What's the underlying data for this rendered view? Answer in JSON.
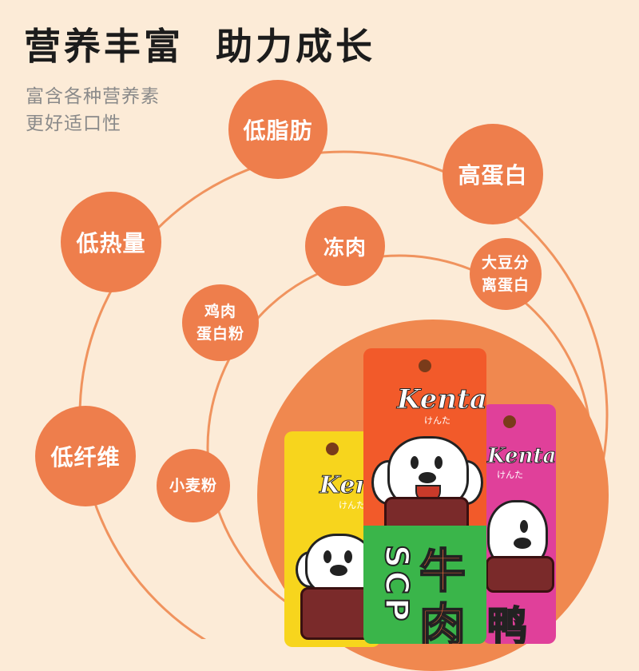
{
  "header": {
    "title_left": "营养丰富",
    "title_right": "助力成长",
    "subtitle_lines": [
      "富含各种营养素",
      "更好适口性"
    ]
  },
  "nutrients": {
    "low_fat": "低脂肪",
    "high_protein": "高蛋白",
    "low_calorie": "低热量",
    "frozen_meat": "冻肉",
    "soy_protein_line1": "大豆分",
    "soy_protein_line2": "离蛋白",
    "chicken_protein_line1": "鸡肉",
    "chicken_protein_line2": "蛋白粉",
    "low_fiber": "低纤维",
    "wheat_flour": "小麦粉"
  },
  "product": {
    "brand": "Kenta",
    "brand_kana": "けんた",
    "flavor_chars": [
      "牛",
      "肉"
    ],
    "side_text": "SCP",
    "partial_char": "鸭"
  },
  "colors": {
    "background": "#fcebd7",
    "bubble": "#ee7e4c",
    "ring": "#f0935e",
    "pack_red": "#f25a2a",
    "pack_green": "#3ab54a",
    "pack_yellow": "#f7d51d",
    "pack_pink": "#e0409a"
  }
}
